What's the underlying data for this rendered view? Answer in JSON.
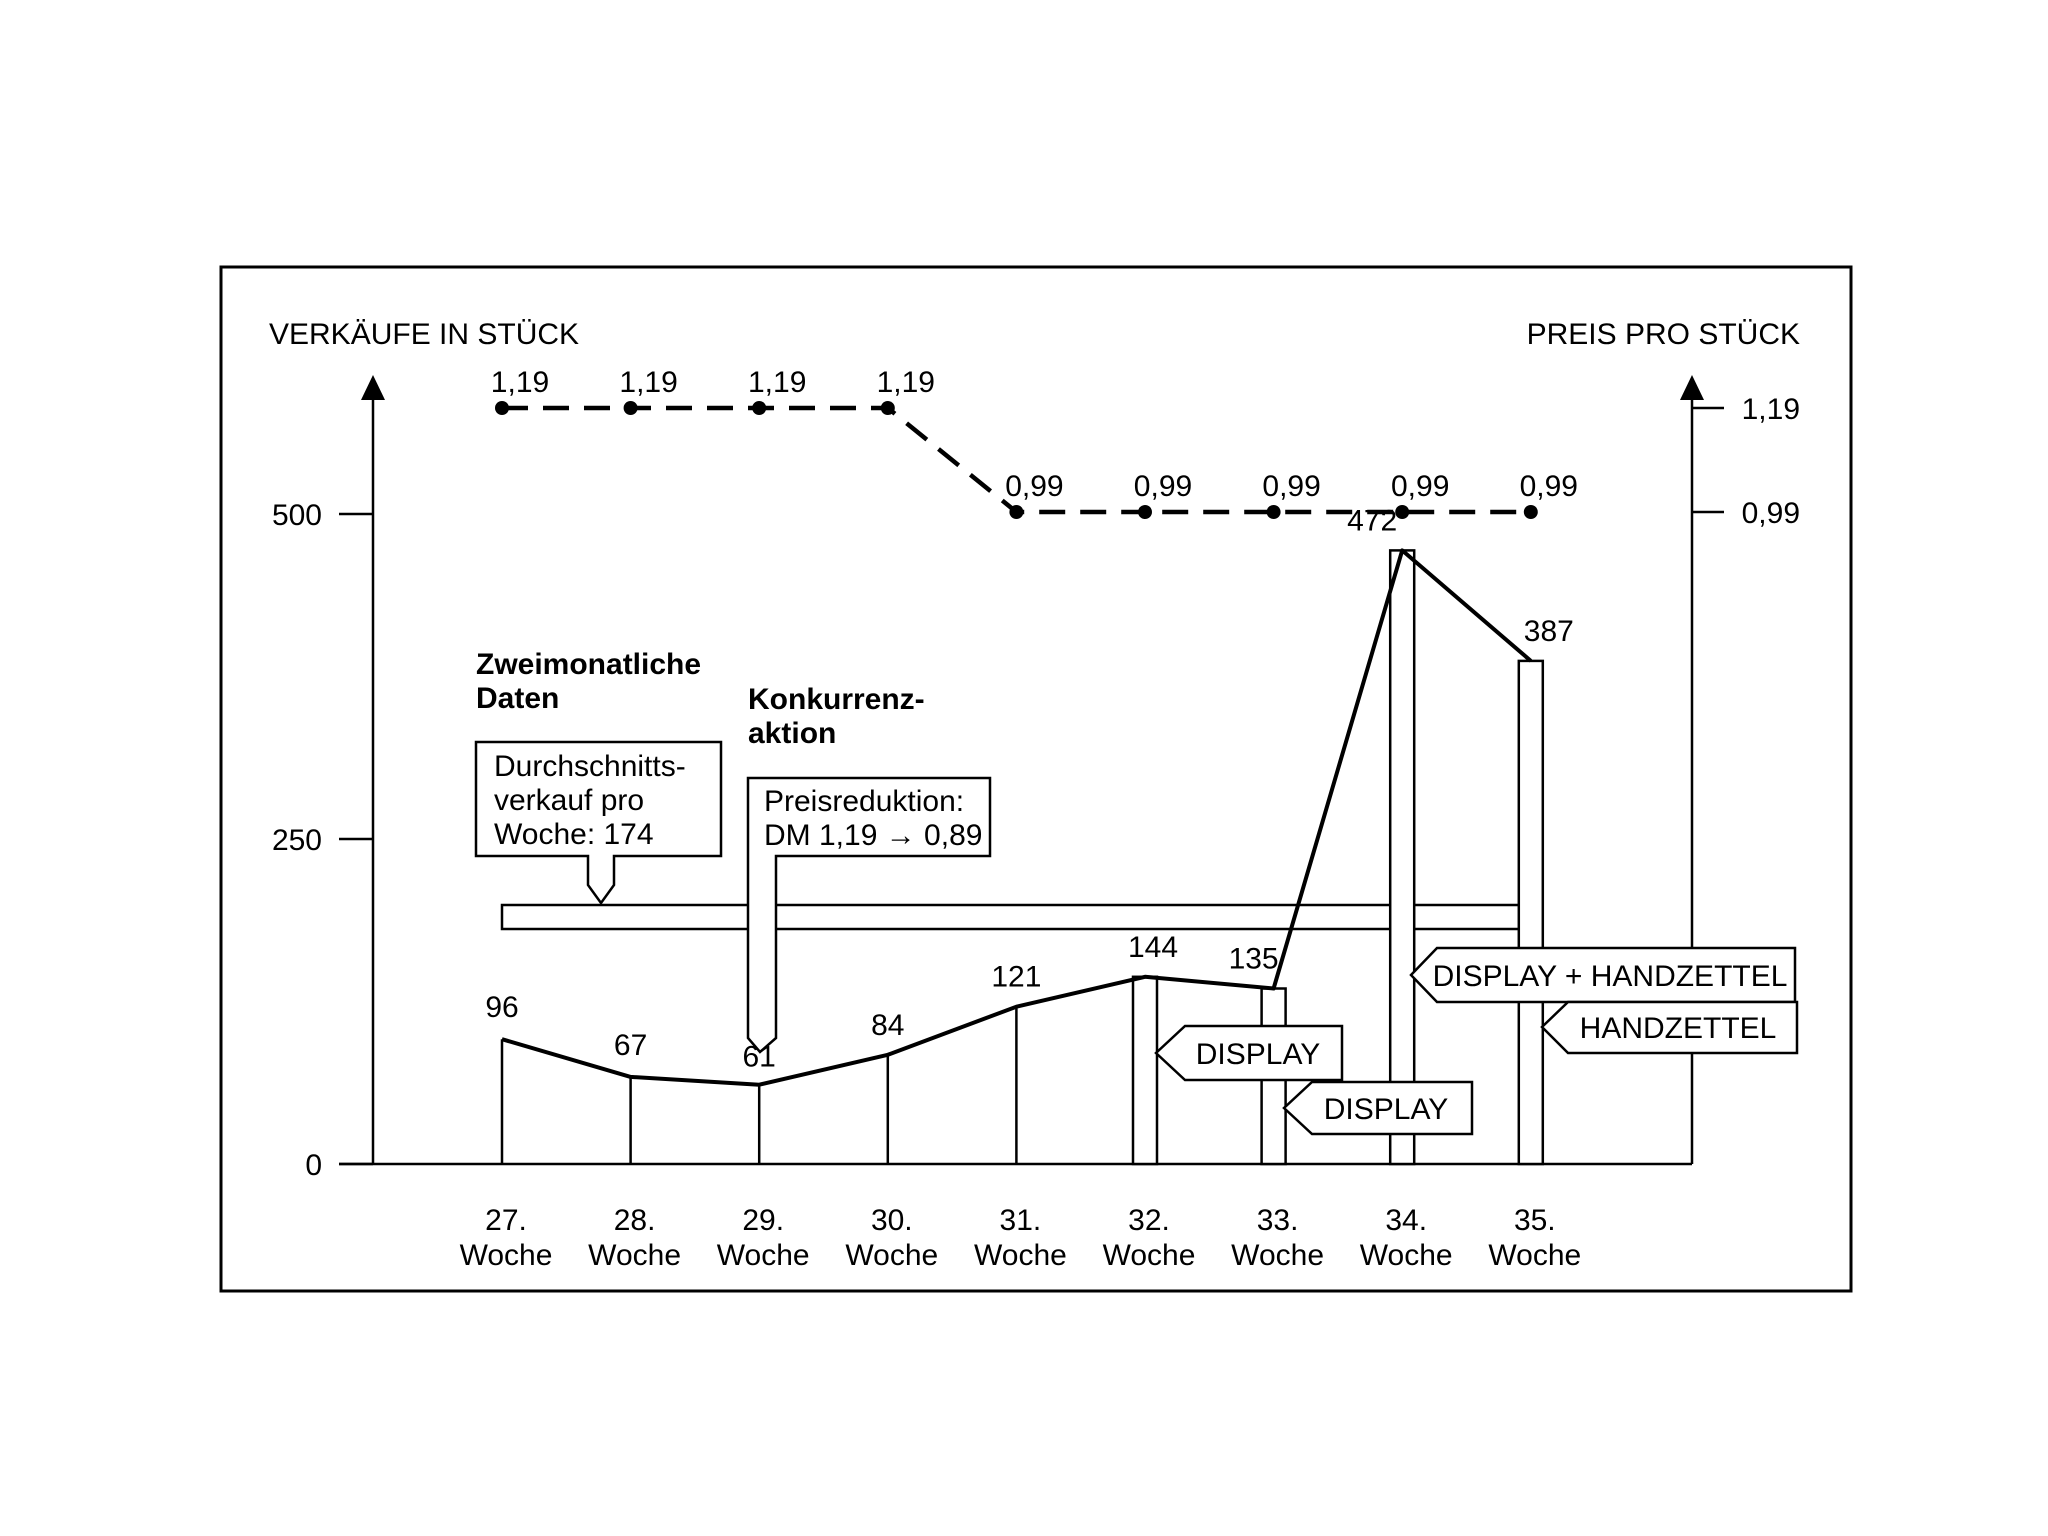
{
  "chart_data": {
    "type": "line",
    "categories": [
      "27.",
      "28.",
      "29.",
      "30.",
      "31.",
      "32.",
      "33.",
      "34.",
      "35."
    ],
    "category_suffix": "Woche",
    "ylabel_left": "VERKÄUFE IN STÜCK",
    "ylabel_right": "PREIS PRO STÜCK",
    "ylim_left": [
      0,
      600
    ],
    "yticks_left": [
      0,
      250,
      500
    ],
    "yticks_right": [
      "1,19",
      "0,99"
    ],
    "series": [
      {
        "axis": "left",
        "style": "solid",
        "values": [
          96,
          67,
          61,
          84,
          121,
          144,
          135,
          472,
          387
        ]
      },
      {
        "axis": "right",
        "style": "dashed",
        "values": [
          1.19,
          1.19,
          1.19,
          1.19,
          0.99,
          0.99,
          0.99,
          0.99,
          0.99
        ],
        "labels": [
          "1,19",
          "1,19",
          "1,19",
          "1,19",
          "0,99",
          "0,99",
          "0,99",
          "0,99",
          "0,99"
        ]
      }
    ],
    "average_band": {
      "value": 190
    },
    "annotations": {
      "zweimonatlich_title": [
        "Zweimonatliche",
        "Daten"
      ],
      "zweimonatlich_box": [
        "Durchschnitts-",
        "verkauf pro",
        "Woche: 174"
      ],
      "konkurrenz_title": [
        "Konkurrenz-",
        "aktion"
      ],
      "konkurrenz_box": [
        "Preisreduktion:",
        "DM 1,19 → 0,89"
      ],
      "promotions": [
        {
          "category_index": 5,
          "label": "DISPLAY"
        },
        {
          "category_index": 6,
          "label": "DISPLAY"
        },
        {
          "category_index": 7,
          "label": "DISPLAY + HANDZETTEL"
        },
        {
          "category_index": 8,
          "label": "HANDZETTEL"
        }
      ]
    }
  }
}
